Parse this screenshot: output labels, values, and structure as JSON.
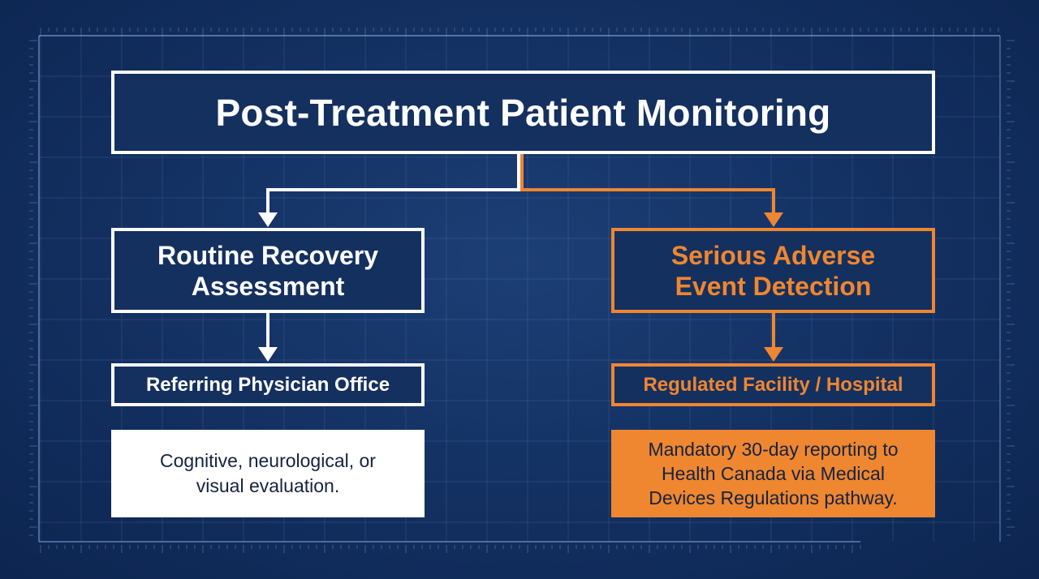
{
  "title": "Post-Treatment Patient Monitoring",
  "left_branch": {
    "heading": "Routine Recovery\nAssessment",
    "location": "Referring Physician Office",
    "description": "Cognitive, neurological, or\nvisual evaluation."
  },
  "right_branch": {
    "heading": "Serious Adverse\nEvent Detection",
    "location": "Regulated Facility / Hospital",
    "description": "Mandatory 30-day reporting to\nHealth Canada via Medical\nDevices Regulations pathway."
  },
  "colors": {
    "background": "#143264",
    "neutral_accent": "#ffffff",
    "alert_accent": "#ef8630",
    "dark_text": "#14233f"
  }
}
